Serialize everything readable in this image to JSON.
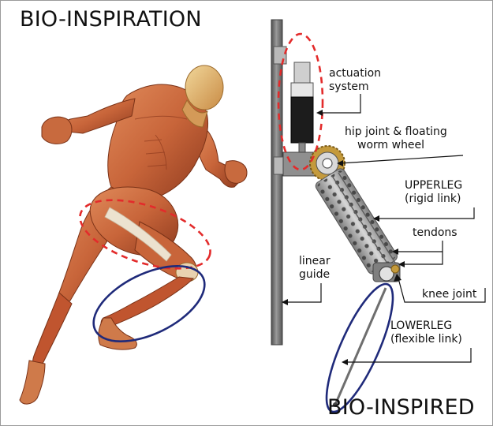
{
  "panels": {
    "left_title": "BIO-INSPIRATION",
    "right_title": "BIO-INSPIRED"
  },
  "labels": {
    "actuation": [
      "actuation",
      "system"
    ],
    "hip": [
      "hip joint & floating",
      "worm wheel"
    ],
    "upperleg": [
      "UPPERLEG",
      "(rigid link)"
    ],
    "tendons": "tendons",
    "guide": [
      "linear",
      "guide"
    ],
    "knee": "knee joint",
    "lowerleg": [
      "LOWERLEG",
      "(flexible link)"
    ]
  },
  "colors": {
    "muscle": "#c8653a",
    "muscle_dark": "#8e3a1e",
    "tendon": "#ece2cf",
    "rail": "#6f6f6f",
    "metal": "#a9a9a9",
    "gear": "#c49a3c",
    "dashed_highlight": "#e32b2b",
    "solid_highlight": "#1f2a7a"
  }
}
